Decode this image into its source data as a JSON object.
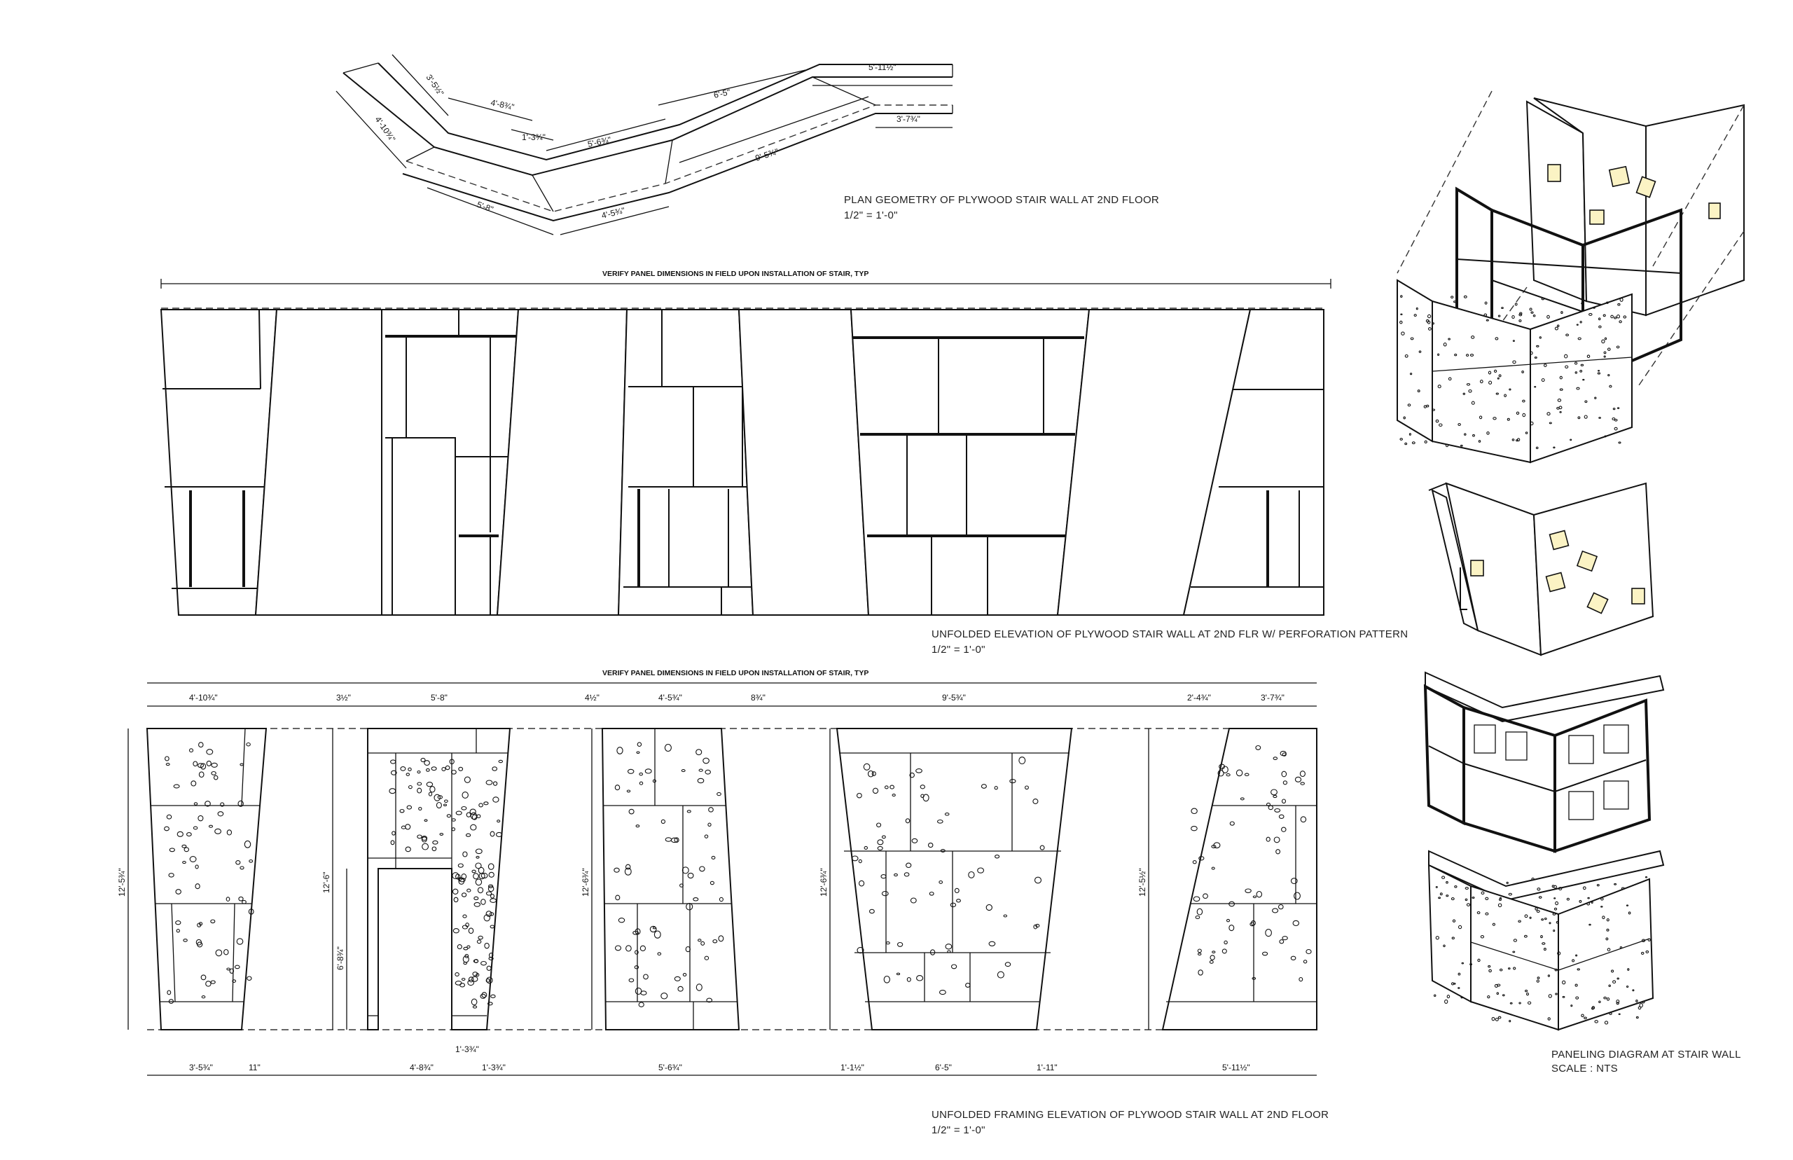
{
  "captions": {
    "plan_title": "PLAN GEOMETRY OF PLYWOOD STAIR WALL AT 2ND FLOOR",
    "plan_scale": "1/2\" = 1'-0\"",
    "elev_title": "UNFOLDED  ELEVATION OF PLYWOOD STAIR WALL AT 2ND FLR W/ PERFORATION PATTERN",
    "elev_scale": "1/2\" = 1'-0\"",
    "framing_title": "UNFOLDED FRAMING ELEVATION OF PLYWOOD STAIR WALL AT 2ND FLOOR",
    "framing_scale": "1/2\" = 1'-0\"",
    "paneling_title": "PANELING DIAGRAM AT STAIR WALL",
    "paneling_scale": "SCALE : NTS"
  },
  "notes": {
    "verify_top": "VERIFY PANEL DIMENSIONS IN FIELD UPON INSTALLATION OF STAIR, TYP",
    "verify_bottom": "VERIFY PANEL DIMENSIONS IN FIELD UPON INSTALLATION OF STAIR, TYP"
  },
  "plan_dims": {
    "d1": "4'-10¾\"",
    "d2": "3'-5½\"",
    "d3": "4'-8¾\"",
    "d4": "1'-3¾\"",
    "d5": "5'-6¾\"",
    "d6": "6'-5\"",
    "d7": "9'-5¾\"",
    "d8": "5'-11½\"",
    "d9": "3'-7¾\"",
    "d10": "5'-8\"",
    "d11": "4'-5¾\""
  },
  "framing_dims": {
    "top": [
      "4'-10¾\"",
      "3½\"",
      "5'-8\"",
      "4½\"",
      "4'-5¾\"",
      "8¾\"",
      "9'-5¾\"",
      "2'-4¾\"",
      "3'-7¾\""
    ],
    "height": [
      "12'-5¾\"",
      "12'-6\"",
      "6'-8¾\"",
      "12'-6¾\"",
      "12'-6¾\"",
      "12'-5½\""
    ],
    "bottom": [
      "3'-5¾\"",
      "11\"",
      "4'-8¾\"",
      "1'-3¾\"",
      "1'-3¾\"",
      "5'-6¾\"",
      "1'-1½\"",
      "6'-5\"",
      "1'-11\"",
      "5'-11½\""
    ]
  }
}
